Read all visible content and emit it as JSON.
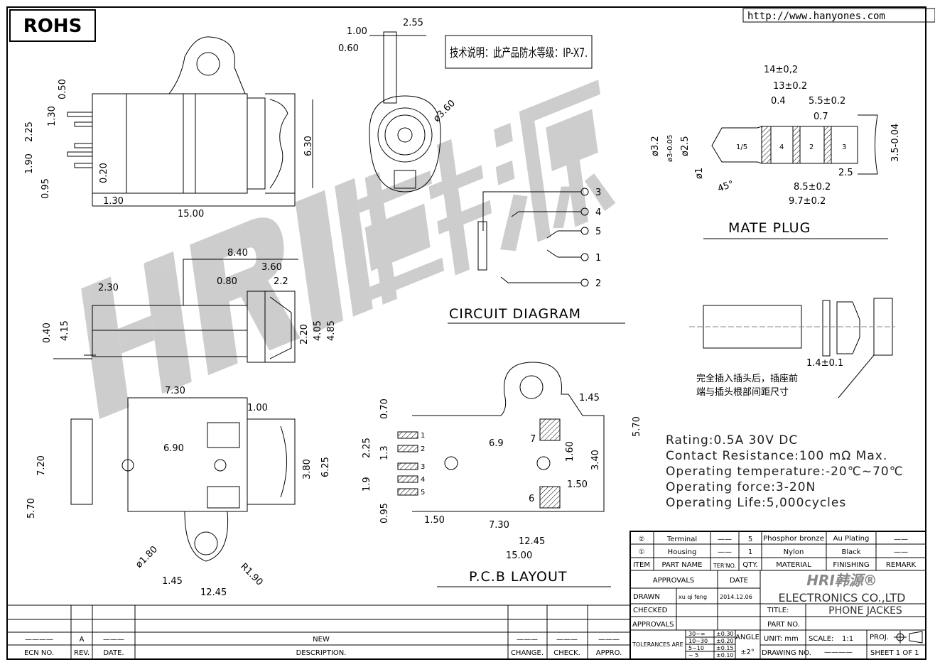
{
  "rohs": "ROHS",
  "url": "http://www.hanyones.com",
  "note_spec": "技术说明：此产品防水等级：IP-X7.",
  "watermark": {
    "latin": "HRI",
    "cjk": "韩源"
  },
  "top_view": {
    "d0": "0.50",
    "d1": "1.30",
    "d2": "2.25",
    "d3": "1.90",
    "d4": "0.20",
    "d5": "0.95",
    "d6": "1.30",
    "d7": "15.00",
    "d8": "6.30"
  },
  "end_view": {
    "d0": "1.00",
    "d1": "2.55",
    "d2": "0.60",
    "d3": "ø3.60"
  },
  "side_view": {
    "d0": "8.40",
    "d1": "3.60",
    "d2": "0.80",
    "d3": "2.2",
    "d4": "2.30",
    "d5": "0.40",
    "d6": "4.15",
    "d7": "2.20",
    "d8": "4.05",
    "d9": "4.85"
  },
  "bottom_view": {
    "d0": "7.30",
    "d1": "1.00",
    "d2": "6.90",
    "d3": "7.20",
    "d4": "3.80",
    "d5": "6.25",
    "d6": "5.70",
    "d7": "ø1.80",
    "d8": "1.45",
    "d9": "R1.90",
    "d10": "12.45"
  },
  "circuit": {
    "title": "CIRCUIT DIAGRAM",
    "pins": [
      "3",
      "4",
      "5",
      "1",
      "2"
    ]
  },
  "pcb": {
    "title": "P.C.B LAYOUT",
    "pins": [
      "1",
      "2",
      "3",
      "4",
      "5",
      "7",
      "6"
    ],
    "dims": {
      "d0": "0.70",
      "d1": "2.25",
      "d2": "1.3",
      "d3": "1.9",
      "d4": "0.95",
      "d5": "1.50",
      "d6": "7.30",
      "d7": "12.45",
      "d8": "15.00",
      "d9": "6.9",
      "d10": "1.45",
      "d11": "5.70",
      "d12": "1.60",
      "d13": "3.40",
      "d14": "1.50"
    }
  },
  "mate_plug": {
    "title": "MATE PLUG",
    "dims": {
      "d0": "14±0,2",
      "d1": "13±0.2",
      "d2": "0.4",
      "d3": "5.5±0.2",
      "d4": "0.7",
      "d5": "ø3.2",
      "d6": "ø3-0.05",
      "d7": "ø2.5",
      "d8": "ø1",
      "d9": "45°",
      "d10": "2.5",
      "d11": "8.5±0.2",
      "d12": "9.7±0.2",
      "d13": "3.5-0.04"
    },
    "segments": [
      "1/5",
      "4",
      "2",
      "3"
    ]
  },
  "insertion": {
    "dim": "1.4±0.1",
    "note_line1": "完全插入插头后，插座前",
    "note_line2": "端与插头根部间距尺寸"
  },
  "ratings": [
    "Rating:0.5A 30V DC",
    "Contact Resistance:100 mΩ Max.",
    "Operating temperature:-20℃~70℃",
    "Operating force:3-20N",
    "Operating Life:5,000cycles"
  ],
  "bom": {
    "rows": [
      {
        "item": "②",
        "part": "Terminal",
        "ter": "——",
        "qty": "5",
        "material": "Phosphor bronze",
        "finishing": "Au Plating",
        "remark": "——"
      },
      {
        "item": "①",
        "part": "Housing",
        "ter": "——",
        "qty": "1",
        "material": "Nylon",
        "finishing": "Black",
        "remark": "——"
      }
    ],
    "headers": {
      "item": "ITEM",
      "part": "PART NAME",
      "ter": "TER'NO.",
      "qty": "QTY.",
      "material": "MATERIAL",
      "finishing": "FINISHING",
      "remark": "REMARK"
    }
  },
  "title_block": {
    "approvals": "APPROVALS",
    "date": "DATE",
    "drawn": "DRAWN",
    "drawn_by": "xu qi feng",
    "drawn_date": "2014.12.06",
    "checked": "CHECKED",
    "approvals2": "APPROVALS",
    "company_logo": "HRI韩源®",
    "company": "ELECTRONICS CO.,LTD",
    "title_label": "TITLE:",
    "title": "PHONE JACKES",
    "part_no_label": "PART NO.",
    "tolerances_label": "TOLERANCES ARE",
    "tolerances": [
      {
        "range": "30~∞",
        "tol": "±0.30"
      },
      {
        "range": "10~30",
        "tol": "±0.20"
      },
      {
        "range": "5~10",
        "tol": "±0.15"
      },
      {
        "range": "~ 5",
        "tol": "±0.10"
      }
    ],
    "angle_label": "ANGLE",
    "angle": "±2°",
    "unit": "UNIT: mm",
    "scale_label": "SCALE:",
    "scale": "1:1",
    "proj": "PROJ.",
    "drawing_no_label": "DRAWING NO.",
    "drawing_no": "————",
    "sheet": "SHEET  1 OF 1"
  },
  "revision": {
    "row": {
      "ecn": "————",
      "rev": "A",
      "date": "———",
      "desc": "NEW",
      "change": "———",
      "check": "———",
      "appro": "———"
    },
    "headers": {
      "ecn": "ECN NO.",
      "rev": "REV.",
      "date": "DATE.",
      "desc": "DESCRIPTION.",
      "change": "CHANGE.",
      "check": "CHECK.",
      "appro": "APPRO."
    }
  }
}
